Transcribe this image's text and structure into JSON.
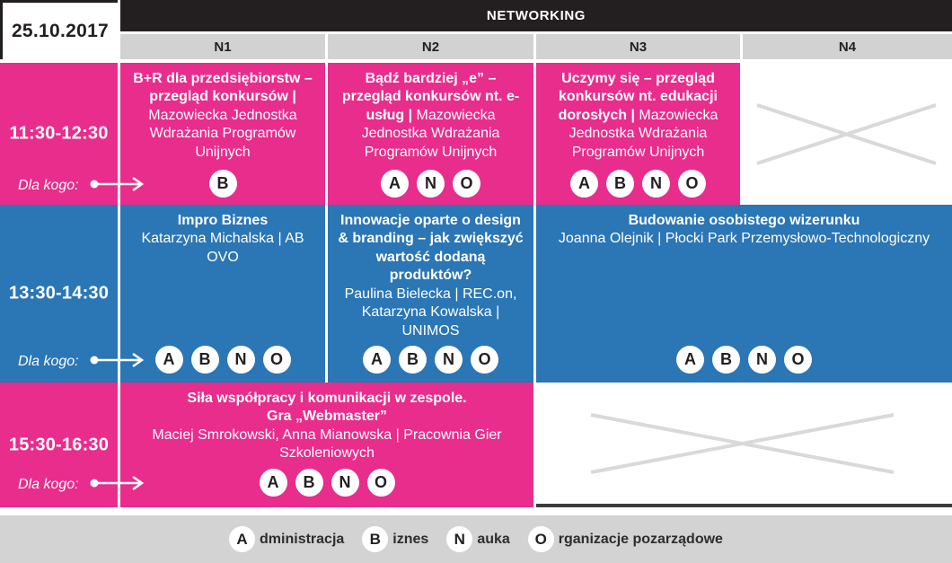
{
  "date": "25.10.2017",
  "header": {
    "title": "NETWORKING",
    "columns": [
      "N1",
      "N2",
      "N3",
      "N4"
    ]
  },
  "for_whom_label": "Dla kogo:",
  "rows": [
    {
      "time": "11:30-12:30",
      "cells": [
        {
          "title": "B+R dla przedsiębiorstw – przegląd konkursów |",
          "subtitle": "Mazowiecka Jednostka Wdrażania Programów Unijnych",
          "badges": [
            "B"
          ]
        },
        {
          "title": "Bądź bardziej „e” – przegląd konkursów nt. e-usług |",
          "subtitle": "Mazowiecka Jednostka Wdrażania Programów Unijnych",
          "badges": [
            "A",
            "N",
            "O"
          ]
        },
        {
          "title": "Uczymy się – przegląd konkursów nt. edukacji dorosłych |",
          "subtitle": "Mazowiecka Jednostka Wdrażania Programów Unijnych",
          "badges": [
            "A",
            "B",
            "N",
            "O"
          ]
        }
      ]
    },
    {
      "time": "13:30-14:30",
      "cells": [
        {
          "title": "Impro Biznes",
          "subtitle": "Katarzyna Michalska | AB OVO",
          "badges": [
            "A",
            "B",
            "N",
            "O"
          ]
        },
        {
          "title": "Innowacje oparte o design & branding – jak zwiększyć wartość dodaną produktów?",
          "subtitle": "Paulina Bielecka | REC.on, Katarzyna Kowalska | UNIMOS",
          "badges": [
            "A",
            "B",
            "N",
            "O"
          ]
        },
        {
          "title": "Budowanie osobistego wizerunku",
          "subtitle": "Joanna Olejnik | Płocki Park Przemysłowo-Technologiczny",
          "badges": [
            "A",
            "B",
            "N",
            "O"
          ]
        }
      ]
    },
    {
      "time": "15:30-16:30",
      "cells": [
        {
          "title": "Siła współpracy i komunikacji w zespole.",
          "title2": "Gra „Webmaster”",
          "subtitle": "Maciej Smrokowski, Anna Mianowska | Pracownia Gier Szkoleniowych",
          "badges": [
            "A",
            "B",
            "N",
            "O"
          ]
        }
      ]
    }
  ],
  "legend": {
    "items": [
      {
        "letter": "A",
        "label": "dministracja"
      },
      {
        "letter": "B",
        "label": "iznes"
      },
      {
        "letter": "N",
        "label": "auka"
      },
      {
        "letter": "O",
        "label": "rganizacje pozarządowe"
      }
    ]
  },
  "colors": {
    "pink": "#E82D8C",
    "blue": "#2B76B4",
    "ink": "#231F20",
    "header_gray": "#D2D2D2",
    "legend_gray": "#D3D3D3",
    "cross_gray": "#D9D9D9",
    "table_border": "#3B3B3B"
  }
}
